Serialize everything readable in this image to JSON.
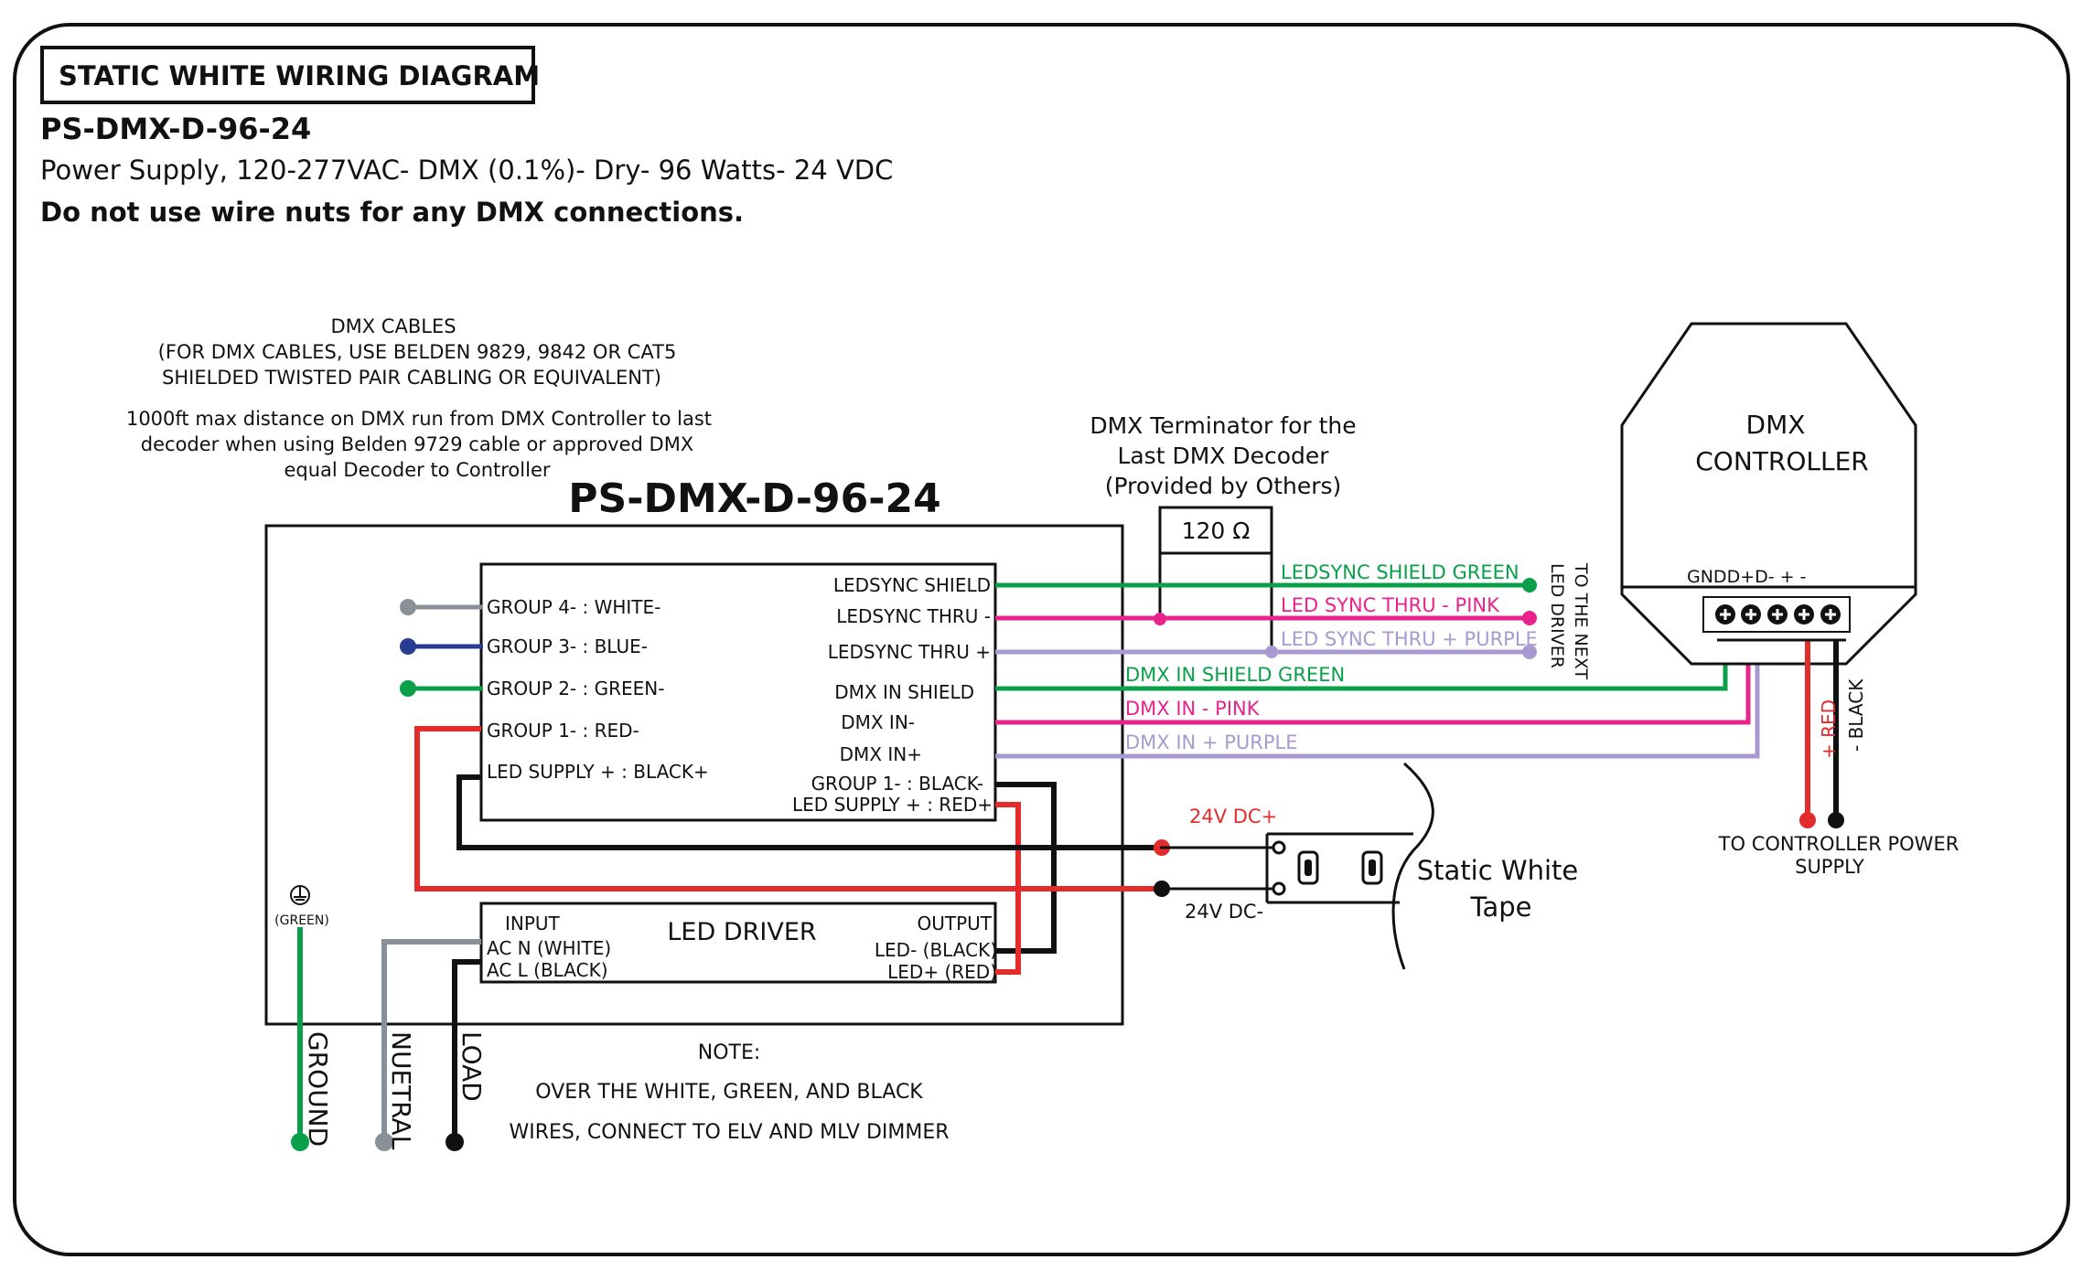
{
  "header": {
    "title": "STATIC WHITE WIRING DIAGRAM",
    "model": "PS-DMX-D-96-24",
    "description": "Power Supply, 120-277VAC- DMX (0.1%)- Dry- 96 Watts- 24 VDC",
    "warning": "Do not use wire nuts for any DMX connections."
  },
  "cable_note": {
    "line1": "DMX CABLES",
    "line2": "(FOR DMX CABLES, USE BELDEN 9829, 9842 OR CAT5",
    "line3": "SHIELDED TWISTED PAIR CABLING OR EQUIVALENT)",
    "line4": "1000ft max distance on DMX run from DMX Controller to last",
    "line5": "decoder when using Belden 9729 cable or approved DMX",
    "line6": "equal Decoder to Controller"
  },
  "device_title": "PS-DMX-D-96-24",
  "decoder": {
    "left_terminals": [
      "GROUP 4- : WHITE-",
      "GROUP 3- : BLUE-",
      "GROUP 2- : GREEN-",
      "GROUP 1- : RED-",
      "LED SUPPLY + : BLACK+"
    ],
    "right_terminals": [
      "LEDSYNC SHIELD",
      "LEDSYNC THRU -",
      "LEDSYNC THRU +",
      "DMX IN SHIELD",
      "DMX IN-",
      "DMX IN+"
    ],
    "group1_black": "GROUP 1- : BLACK-",
    "supply_red": "LED SUPPLY + : RED+"
  },
  "driver": {
    "title": "LED DRIVER",
    "input_label": "INPUT",
    "ac_n": "AC N (WHITE)",
    "ac_l": "AC L (BLACK)",
    "output_label": "OUTPUT",
    "led_minus": "LED- (BLACK)",
    "led_plus": "LED+ (RED)"
  },
  "terminator": {
    "line1": "DMX Terminator for the",
    "line2": "Last DMX Decoder",
    "line3": "(Provided by Others)",
    "value": "120 Ω"
  },
  "wire_labels": {
    "ledsync_shield": "LEDSYNC SHIELD GREEN",
    "led_sync_minus": "LED SYNC THRU - PINK",
    "led_sync_plus": "LED SYNC THRU + PURPLE",
    "next_driver_1": "TO THE NEXT",
    "next_driver_2": "LED DRIVER",
    "dmx_shield": "DMX IN SHIELD GREEN",
    "dmx_minus": "DMX IN - PINK",
    "dmx_plus": "DMX IN + PURPLE",
    "v_plus": "24V DC+",
    "v_minus": "24V DC-",
    "red_plus": "+ RED",
    "black_minus": "- BLACK"
  },
  "controller": {
    "line1": "DMX",
    "line2": "CONTROLLER",
    "terminals": "GNDD+D-  +   -",
    "power_1": "TO CONTROLLER POWER",
    "power_2": "SUPPLY"
  },
  "tape": {
    "line1": "Static White",
    "line2": "Tape"
  },
  "ground": {
    "small": "(GREEN)",
    "ground": "GROUND",
    "neutral": "NUETRAL",
    "load": "LOAD"
  },
  "note": {
    "line1": "NOTE:",
    "line2": "OVER THE WHITE, GREEN, AND BLACK",
    "line3": "WIRES, CONNECT TO ELV AND MLV DIMMER"
  },
  "colors": {
    "green": "#0aa04a",
    "pink": "#e8238c",
    "purple": "#a89ad0",
    "red": "#e32b2b",
    "black": "#111111",
    "gray": "#8a9097",
    "navy": "#283c91"
  }
}
